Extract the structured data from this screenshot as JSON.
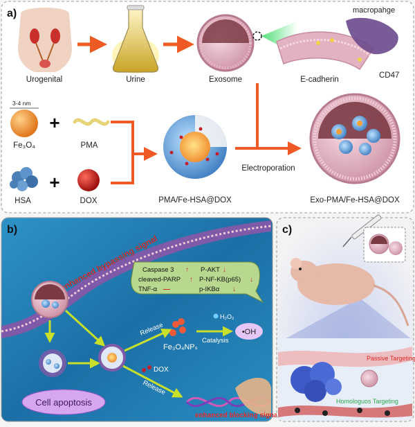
{
  "panel_a": {
    "letter": "a)",
    "top_row": {
      "urogenital": "Urogenital",
      "urine": "Urine",
      "exosome": "Exosome",
      "e_cadherin": "E-cadherin",
      "macrophage": "macropahge",
      "cd47": "CD47"
    },
    "materials": {
      "size": "3-4 nm",
      "fe3o4": "Fe₃O₄",
      "pma": "PMA",
      "hsa": "HSA",
      "dox": "DOX",
      "plus": "+"
    },
    "products": {
      "pma_fe_hsa_dox": "PMA/Fe-HSA@DOX",
      "electroporation": "Electroporation",
      "exo_pma_fe_hsa_dox": "Exo-PMA/Fe-HSA@DOX"
    }
  },
  "panel_b": {
    "letter": "b)",
    "bypass_signal": "enhanced bypassing signal",
    "blocking_signal": "enhanced blocking signal",
    "markers_left": [
      "Caspase 3",
      "cleaved-PARP",
      "TNF-α"
    ],
    "markers_right": [
      "P-AKT",
      "P-NF-KB(p65)",
      "p-IKBα"
    ],
    "release_1": "Release",
    "release_2": "Release",
    "dox": "DOX",
    "fe3o4_nps": "Fe₃O₄NPₛ",
    "h2o2": "H₂O₂",
    "catalysis": "Catalysis",
    "oh": "•OH",
    "apoptosis": "Cell apoptosis"
  },
  "panel_c": {
    "letter": "c)",
    "passive": "Passive Targeting",
    "homologous": "Homologuos Targeting"
  },
  "colors": {
    "arrow": "#ee5a24",
    "panel_b_bg": "#1e7fb0",
    "exosome_pink": "#e8b7c4",
    "core_blue": "#3d7dc2"
  }
}
